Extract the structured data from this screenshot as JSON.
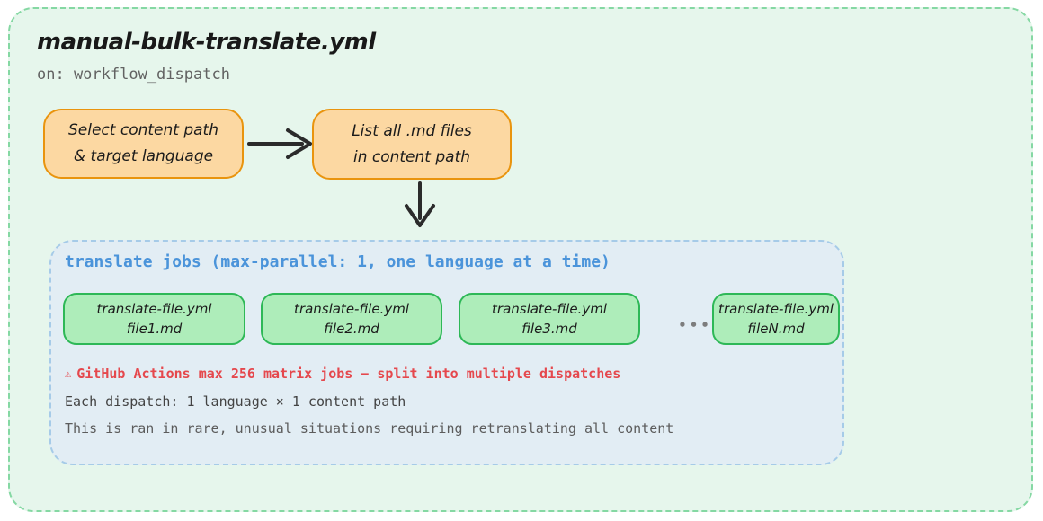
{
  "canvas": {
    "title": "manual-bulk-translate.yml",
    "trigger": "on: workflow_dispatch"
  },
  "nodes": {
    "select": {
      "line1": "Select content path",
      "line2": "& target language"
    },
    "list": {
      "line1": "List all .md files",
      "line2": "in content path"
    }
  },
  "jobs_group": {
    "heading": "translate jobs (max-parallel: 1, one language at a time)",
    "jobs": [
      {
        "workflow": "translate-file.yml",
        "file": "file1.md"
      },
      {
        "workflow": "translate-file.yml",
        "file": "file2.md"
      },
      {
        "workflow": "translate-file.yml",
        "file": "file3.md"
      },
      {
        "workflow": "translate-file.yml",
        "file": "fileN.md"
      }
    ],
    "ellipsis": "•••",
    "warning_icon": "⚠",
    "warning_text": "GitHub Actions max 256 matrix jobs − split into multiple dispatches",
    "note1": "Each dispatch: 1 language × 1 content path",
    "note2": "This is ran in rare, unusual situations requiring retranslating all content"
  },
  "colors": {
    "canvas_bg": "#e6f6ec",
    "canvas_border": "#85d8a3",
    "node_bg": "#fcd8a2",
    "node_border": "#e9940e",
    "group_bg": "#e2edf4",
    "group_border": "#a6cbe8",
    "group_heading": "#4b94da",
    "job_bg": "#aeedba",
    "job_border": "#2eb857",
    "warning": "#e5484d",
    "arrow": "#2b2b2b"
  }
}
